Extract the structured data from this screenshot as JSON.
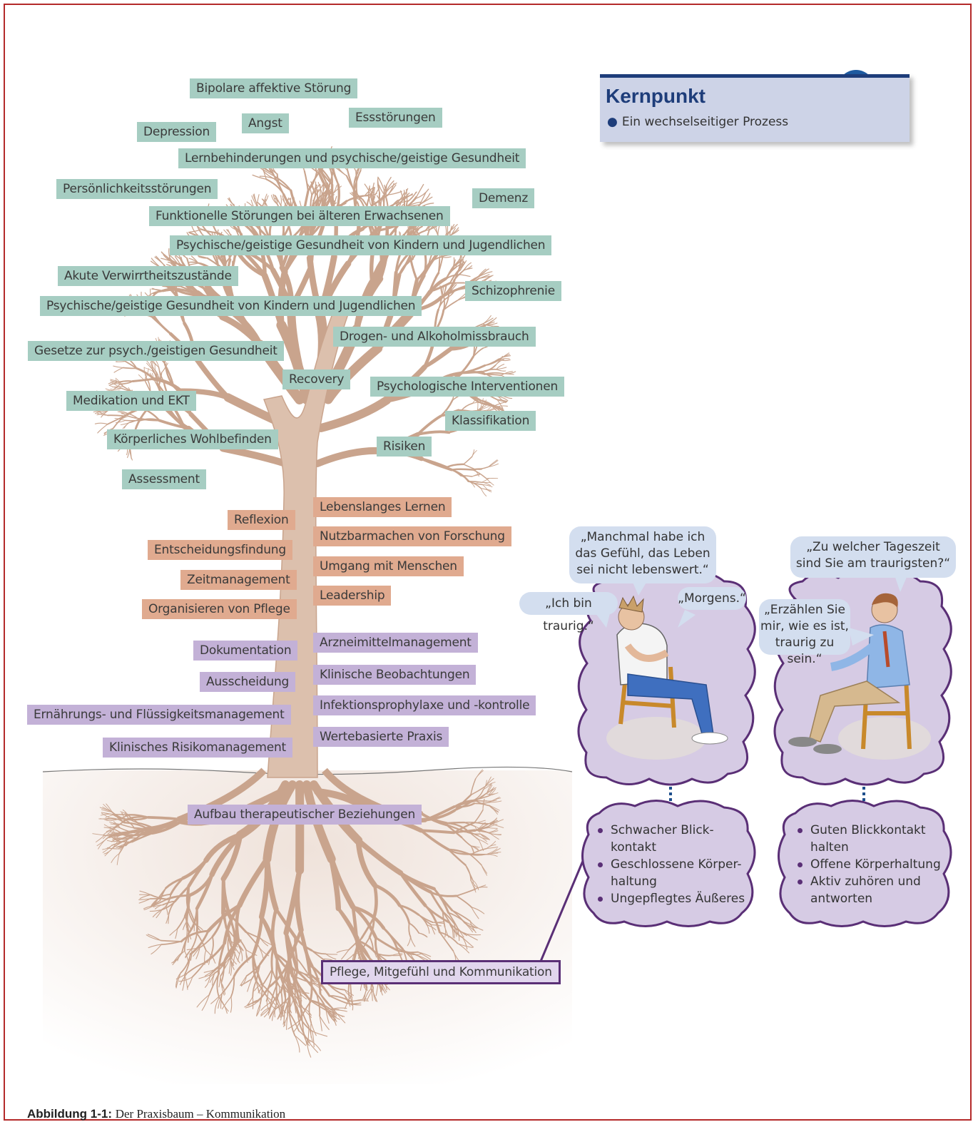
{
  "crown_labels": [
    "Bipolare affektive Störung",
    "Angst",
    "Essstörungen",
    "Depression",
    "Lernbehinderungen und psychische/geistige Gesundheit",
    "Persönlichkeitsstörungen",
    "Demenz",
    "Funktionelle Störungen bei älteren Erwachsenen",
    "Psychische/geistige Gesundheit von Kindern und Jugendlichen",
    "Akute Verwirrtheitszustände",
    "Schizophrenie",
    "Psychische/geistige Gesundheit von Kindern und Jugendlichen",
    "Drogen- und Alkoholmissbrauch",
    "Gesetze zur psych./geistigen Gesundheit",
    "Recovery",
    "Psychologische Interventionen",
    "Medikation und EKT",
    "Klassifikation",
    "Körperliches Wohlbefinden",
    "Risiken",
    "Assessment"
  ],
  "trunk_orange_labels": [
    "Lebenslanges Lernen",
    "Reflexion",
    "Nutzbarmachen von Forschung",
    "Entscheidungsfindung",
    "Umgang mit Menschen",
    "Zeitmanagement",
    "Leadership",
    "Organisieren von Pflege"
  ],
  "trunk_purple_labels": [
    "Arzneimittelmanagement",
    "Dokumentation",
    "Klinische Beobachtungen",
    "Ausscheidung",
    "Infektionsprophylaxe und -kontrolle",
    "Ernährungs- und Flüssigkeitsmanagement",
    "Wertebasierte Praxis",
    "Klinisches Risikomanagement"
  ],
  "root_labels": {
    "relationships": "Aufbau therapeutischer Beziehungen",
    "highlight": "Pflege, Mitgefühl und Kommunikation"
  },
  "kernpunkt": {
    "title": "Kernpunkt",
    "item": "Ein wechselseitiger Prozess"
  },
  "left_scene": {
    "bubble_top": [
      "„Manchmal habe ich",
      "das Gefühl, das Leben",
      "sei nicht lebenswert.“"
    ],
    "bubble_left": "„Ich bin traurig.“",
    "bubble_right": "„Morgens.“",
    "cloud_items": [
      "Schwacher Blick-",
      "kontakt",
      "Geschlossene Körper-",
      "haltung",
      "Ungepflegtes Äußeres"
    ]
  },
  "right_scene": {
    "bubble_top": [
      "„Zu welcher Tageszeit",
      "sind Sie am traurigsten?“"
    ],
    "bubble_mid": [
      "„Erzählen Sie",
      "mir, wie es ist,",
      "traurig zu sein.“"
    ],
    "cloud_items": [
      "Guten Blickkontakt",
      "halten",
      "Offene Körperhaltung",
      "Aktiv zuhören und",
      "antworten"
    ]
  },
  "caption": {
    "label": "Abbildung 1-1:",
    "text": "Der Praxisbaum – Kommunikation"
  },
  "colors": {
    "crown": "#a6cdc2",
    "trunk_orange": "#e0aa8f",
    "trunk_purple": "#c3b1d7",
    "tree": "#dcc0ad",
    "frame": "#b42a2a",
    "kern_accent": "#1e3d7a"
  }
}
